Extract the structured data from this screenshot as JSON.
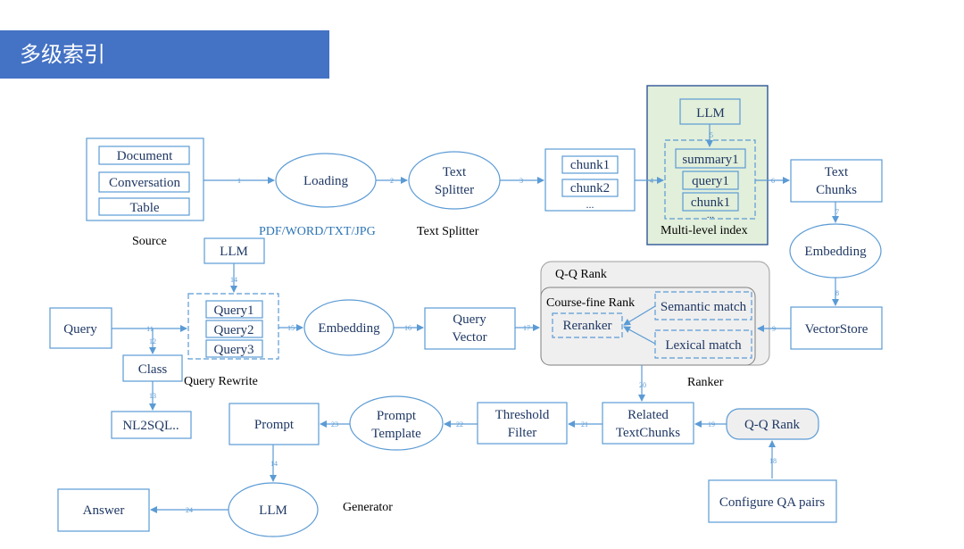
{
  "banner": {
    "title": "多级索引"
  },
  "source": {
    "items": [
      "Document",
      "Conversation",
      "Table"
    ],
    "caption": "Source"
  },
  "loading": {
    "label": "Loading",
    "caption": "PDF/WORD/TXT/JPG"
  },
  "text_splitter": {
    "label_line1": "Text",
    "label_line2": "Splitter",
    "caption": "Text Splitter"
  },
  "chunks": {
    "items": [
      "chunk1",
      "chunk2"
    ],
    "ellipsis": "..."
  },
  "multi_level": {
    "llm": "LLM",
    "items": [
      "summary1",
      "query1",
      "chunk1"
    ],
    "ellipsis": "...",
    "caption": "Multi-level index"
  },
  "text_chunks": {
    "line1": "Text",
    "line2": "Chunks"
  },
  "embedding_right": {
    "label": "Embedding"
  },
  "vectorstore": {
    "label": "VectorStore"
  },
  "ranker": {
    "qq_rank": "Q-Q Rank",
    "coarse_fine": "Course-fine Rank",
    "reranker": "Reranker",
    "semantic": "Semantic match",
    "lexical": "Lexical match",
    "caption": "Ranker"
  },
  "rewrite": {
    "llm": "LLM",
    "items": [
      "Query1",
      "Query2",
      "Query3"
    ],
    "caption": "Query Rewrite"
  },
  "query": {
    "label": "Query"
  },
  "class": {
    "label": "Class"
  },
  "nl2sql": {
    "label": "NL2SQL.."
  },
  "embedding_mid": {
    "label": "Embedding"
  },
  "query_vector": {
    "line1": "Query",
    "line2": "Vector"
  },
  "related": {
    "line1": "Related",
    "line2": "TextChunks"
  },
  "qq_rank2": {
    "label": "Q-Q Rank"
  },
  "configure": {
    "label": "Configure QA pairs"
  },
  "threshold": {
    "line1": "Threshold",
    "line2": "Filter"
  },
  "prompt_template": {
    "line1": "Prompt",
    "line2": "Template"
  },
  "prompt": {
    "label": "Prompt"
  },
  "llm_gen": {
    "label": "LLM"
  },
  "generator": {
    "caption": "Generator"
  },
  "answer": {
    "label": "Answer"
  },
  "edge_labels": {
    "e1": "1",
    "e2": "2",
    "e3": "3",
    "e4": "4",
    "e5": "5",
    "e6": "6",
    "e7": "7",
    "e8": "8",
    "e9": "9",
    "e11": "11",
    "e12": "12",
    "e13": "13",
    "e14a": "14",
    "e15": "15",
    "e16": "16",
    "e17": "17",
    "e18": "18",
    "e19": "19",
    "e20": "20",
    "e21": "21",
    "e22": "22",
    "e23": "23",
    "e14b": "14",
    "e24": "24"
  },
  "colors": {
    "banner": "#4472C4",
    "stroke": "#5B9BD5",
    "text": "#1F3864",
    "highlight": "#E2EFDA",
    "ranker_fill": "#EFEFEF"
  }
}
